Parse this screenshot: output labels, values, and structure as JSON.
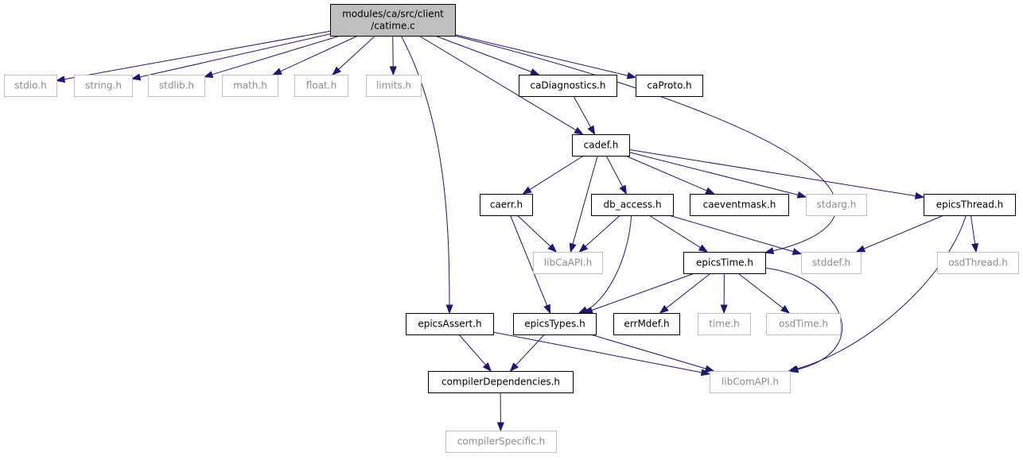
{
  "diagram": {
    "colors": {
      "edge": "#191970",
      "node_border_known": "#000000",
      "node_border_external": "#bfbfbf",
      "node_text_known": "#000000",
      "node_text_external": "#8c8c8c",
      "root_fill": "#bfbfbf"
    },
    "nodes": [
      {
        "id": "catime",
        "label": [
          "modules/ca/src/client",
          "/catime.c"
        ],
        "kind": "root"
      },
      {
        "id": "stdio",
        "label": [
          "stdio.h"
        ],
        "kind": "external"
      },
      {
        "id": "string",
        "label": [
          "string.h"
        ],
        "kind": "external"
      },
      {
        "id": "stdlib",
        "label": [
          "stdlib.h"
        ],
        "kind": "external"
      },
      {
        "id": "math",
        "label": [
          "math.h"
        ],
        "kind": "external"
      },
      {
        "id": "float",
        "label": [
          "float.h"
        ],
        "kind": "external"
      },
      {
        "id": "limits",
        "label": [
          "limits.h"
        ],
        "kind": "external"
      },
      {
        "id": "caDiagnostics",
        "label": [
          "caDiagnostics.h"
        ],
        "kind": "known"
      },
      {
        "id": "caProto",
        "label": [
          "caProto.h"
        ],
        "kind": "known"
      },
      {
        "id": "cadef",
        "label": [
          "cadef.h"
        ],
        "kind": "known"
      },
      {
        "id": "caerr",
        "label": [
          "caerr.h"
        ],
        "kind": "known"
      },
      {
        "id": "db_access",
        "label": [
          "db_access.h"
        ],
        "kind": "known"
      },
      {
        "id": "caeventmask",
        "label": [
          "caeventmask.h"
        ],
        "kind": "known"
      },
      {
        "id": "stdarg",
        "label": [
          "stdarg.h"
        ],
        "kind": "external"
      },
      {
        "id": "epicsThread",
        "label": [
          "epicsThread.h"
        ],
        "kind": "known"
      },
      {
        "id": "libCaAPI",
        "label": [
          "libCaAPI.h"
        ],
        "kind": "external"
      },
      {
        "id": "epicsTime",
        "label": [
          "epicsTime.h"
        ],
        "kind": "known"
      },
      {
        "id": "stddef",
        "label": [
          "stddef.h"
        ],
        "kind": "external"
      },
      {
        "id": "osdThread",
        "label": [
          "osdThread.h"
        ],
        "kind": "external"
      },
      {
        "id": "epicsAssert",
        "label": [
          "epicsAssert.h"
        ],
        "kind": "known"
      },
      {
        "id": "epicsTypes",
        "label": [
          "epicsTypes.h"
        ],
        "kind": "known"
      },
      {
        "id": "errMdef",
        "label": [
          "errMdef.h"
        ],
        "kind": "known"
      },
      {
        "id": "time",
        "label": [
          "time.h"
        ],
        "kind": "external"
      },
      {
        "id": "osdTime",
        "label": [
          "osdTime.h"
        ],
        "kind": "external"
      },
      {
        "id": "compilerDependencies",
        "label": [
          "compilerDependencies.h"
        ],
        "kind": "known"
      },
      {
        "id": "libComAPI",
        "label": [
          "libComAPI.h"
        ],
        "kind": "external"
      },
      {
        "id": "compilerSpecific",
        "label": [
          "compilerSpecific.h"
        ],
        "kind": "external"
      }
    ],
    "edges": [
      [
        "catime",
        "stdio"
      ],
      [
        "catime",
        "string"
      ],
      [
        "catime",
        "stdlib"
      ],
      [
        "catime",
        "math"
      ],
      [
        "catime",
        "float"
      ],
      [
        "catime",
        "limits"
      ],
      [
        "catime",
        "caDiagnostics"
      ],
      [
        "catime",
        "caProto"
      ],
      [
        "catime",
        "cadef"
      ],
      [
        "catime",
        "epicsTime"
      ],
      [
        "catime",
        "epicsAssert"
      ],
      [
        "caDiagnostics",
        "cadef"
      ],
      [
        "cadef",
        "caerr"
      ],
      [
        "cadef",
        "libCaAPI"
      ],
      [
        "cadef",
        "db_access"
      ],
      [
        "cadef",
        "caeventmask"
      ],
      [
        "cadef",
        "stdarg"
      ],
      [
        "cadef",
        "epicsThread"
      ],
      [
        "caerr",
        "libCaAPI"
      ],
      [
        "caerr",
        "epicsTypes"
      ],
      [
        "db_access",
        "libCaAPI"
      ],
      [
        "db_access",
        "epicsTypes"
      ],
      [
        "db_access",
        "epicsTime"
      ],
      [
        "db_access",
        "stddef"
      ],
      [
        "epicsThread",
        "stddef"
      ],
      [
        "epicsThread",
        "libComAPI"
      ],
      [
        "epicsThread",
        "osdThread"
      ],
      [
        "epicsTime",
        "epicsTypes"
      ],
      [
        "epicsTime",
        "errMdef"
      ],
      [
        "epicsTime",
        "time"
      ],
      [
        "epicsTime",
        "osdTime"
      ],
      [
        "epicsTime",
        "libComAPI"
      ],
      [
        "epicsAssert",
        "compilerDependencies"
      ],
      [
        "epicsAssert",
        "libComAPI"
      ],
      [
        "epicsTypes",
        "compilerDependencies"
      ],
      [
        "epicsTypes",
        "libComAPI"
      ],
      [
        "compilerDependencies",
        "compilerSpecific"
      ]
    ]
  }
}
